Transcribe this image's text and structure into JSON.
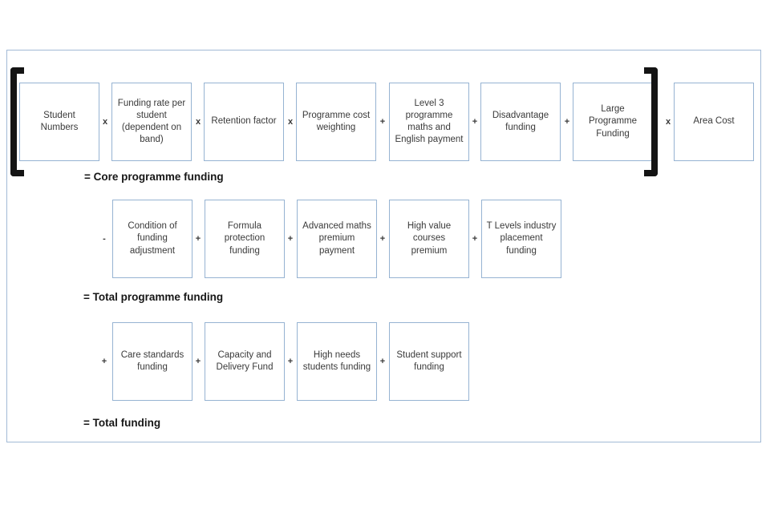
{
  "colors": {
    "background": "#ffffff",
    "frame_border": "#a2bad6",
    "box_border": "#96b3d2",
    "box_text": "#3a3a3a",
    "result_label_text": "#171717",
    "bracket": "#141414"
  },
  "formula": {
    "core": {
      "boxes": [
        "Student Numbers",
        "Funding rate per student (dependent on band)",
        "Retention factor",
        "Programme cost weighting",
        "Level 3 programme maths and English payment",
        "Disadvantage funding",
        "Large Programme Funding"
      ],
      "operators": [
        "x",
        "x",
        "x",
        "+",
        "+",
        "+"
      ],
      "outer_operator": "x",
      "outer_box": "Area Cost",
      "result": "= Core programme funding"
    },
    "total_programme": {
      "leading_operator": "-",
      "boxes": [
        "Condition of funding adjustment",
        "Formula protection funding",
        "Advanced maths premium payment",
        "High value courses premium",
        "T Levels industry placement funding"
      ],
      "operators": [
        "+",
        "+",
        "+",
        "+"
      ],
      "result": "= Total programme funding"
    },
    "total": {
      "leading_operator": "+",
      "boxes": [
        "Care standards funding",
        "Capacity and Delivery Fund",
        "High needs students funding",
        "Student support funding"
      ],
      "operators": [
        "+",
        "+",
        "+"
      ],
      "result": "= Total funding"
    }
  }
}
